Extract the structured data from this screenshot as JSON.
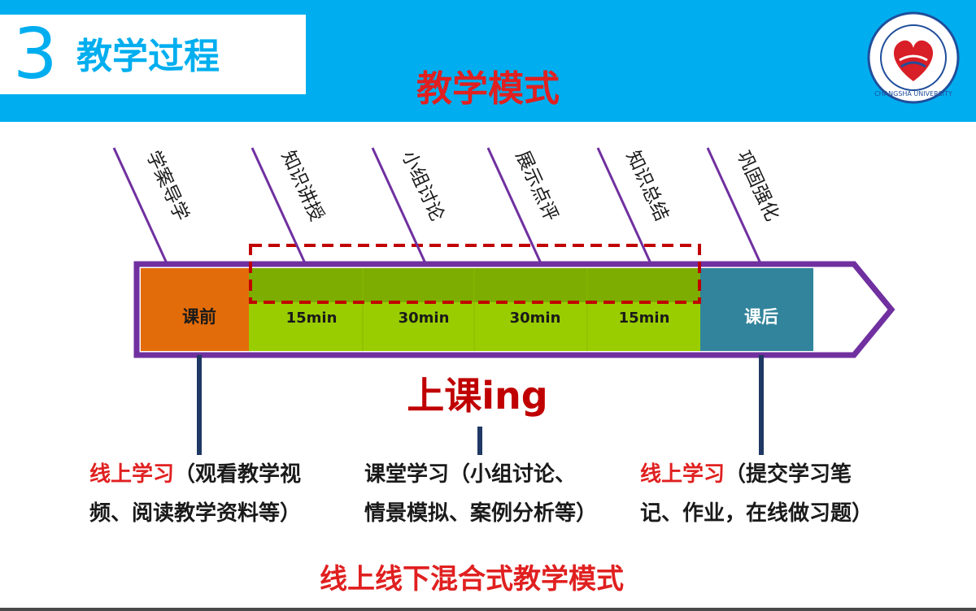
{
  "header": {
    "section_number": "3",
    "section_title": "教学过程",
    "main_heading": "教学模式",
    "logo_text": "CHANGSHA UNIVERSITY"
  },
  "timeline": {
    "stages": [
      {
        "label": "课前",
        "color": "#e36c0a"
      },
      {
        "label": "15min",
        "color": "#9acd00"
      },
      {
        "label": "30min",
        "color": "#9acd00"
      },
      {
        "label": "30min",
        "color": "#9acd00"
      },
      {
        "label": "15min",
        "color": "#9acd00"
      },
      {
        "label": "课后",
        "color": "#31849b"
      }
    ],
    "steps": [
      "学案导学",
      "知识讲授",
      "小组讨论",
      "展示点评",
      "知识总结",
      "巩固强化"
    ],
    "in_class_label": "上课ing"
  },
  "descriptions": {
    "pre": {
      "highlight": "线上学习",
      "line1": "（观看教学视",
      "line2": "频、阅读教学资料等）"
    },
    "in": {
      "line1": "课堂学习（小组讨论、",
      "line2": "情景模拟、案例分析等）"
    },
    "post": {
      "highlight": "线上学习",
      "line1": "（提交学习笔",
      "line2": "记、作业，在线做习题）"
    }
  },
  "footer": "线上线下混合式教学模式",
  "colors": {
    "header_blue": "#00aeef",
    "accent_red": "#e02020",
    "dark_red": "#c00000",
    "arrow_border": "#7030a0",
    "connector_navy": "#1f3864"
  }
}
